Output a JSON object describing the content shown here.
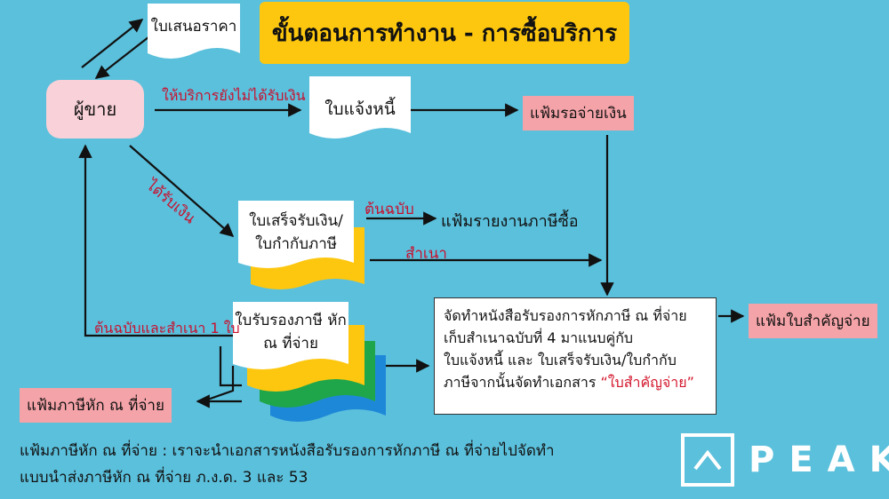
{
  "title": "ขั้นตอนการทำงาน - การซื้อบริการ",
  "nodes": {
    "seller": "ผู้ขาย",
    "quotation": "ใบเสนอราคา",
    "invoice": "ใบแจ้งหนี้",
    "awaiting_payment_file": "แฟ้มรอจ่ายเงิน",
    "receipt_tax_invoice": "ใบเสร็จรับเงิน/ ใบกำกับภาษี",
    "purchase_tax_report_file": "แฟ้มรายงานภาษีซื้อ",
    "wht_certificate": "ใบรับรองภาษี หัก ณ ที่จ่าย",
    "wht_file": "แฟ้มภาษีหัก ณ ที่จ่าย",
    "payment_voucher_file": "แฟ้มใบสำคัญจ่าย"
  },
  "labels": {
    "not_paid": "ให้บริการยังไม่ได้รับเงิน",
    "paid": "ได้รับเงิน",
    "original": "ต้นฉบับ",
    "copy": "สำเนา",
    "original_and_copy": "ต้นฉบับและสำเนา 1 ใบ"
  },
  "process_box": {
    "line1": "จัดทำหนังสือรับรองการหักภาษี ณ ที่จ่าย",
    "line2": "เก็บสำเนาฉบับที่ 4 มาแนบคู่กับ",
    "line3": "ใบแจ้งหนี้ และ ใบเสร็จรับเงิน/ใบกำกับ",
    "line4_prefix": "ภาษีจากนั้นจัดทำเอกสาร",
    "line4_highlight": "“ใบสำคัญจ่าย”"
  },
  "footnote": {
    "line1": "แฟ้มภาษีหัก ณ ที่จ่าย : เราจะนำเอกสารหนังสือรับรองการหักภาษี ณ ที่จ่ายไปจัดทำ",
    "line2": "แบบนำส่งภาษีหัก ณ ที่จ่าย ภ.ง.ด. 3 และ 53"
  },
  "logo": {
    "text": "PEAK"
  },
  "colors": {
    "background": "#5bc0dc",
    "title_bg": "#fdc70f",
    "seller_bg": "#f9d1d8",
    "file_label_bg": "#f4a3a8",
    "red_text": "#c8102e",
    "stack_yellow": "#fdc70f",
    "stack_green": "#1fa64a",
    "stack_blue": "#1e88d8"
  }
}
